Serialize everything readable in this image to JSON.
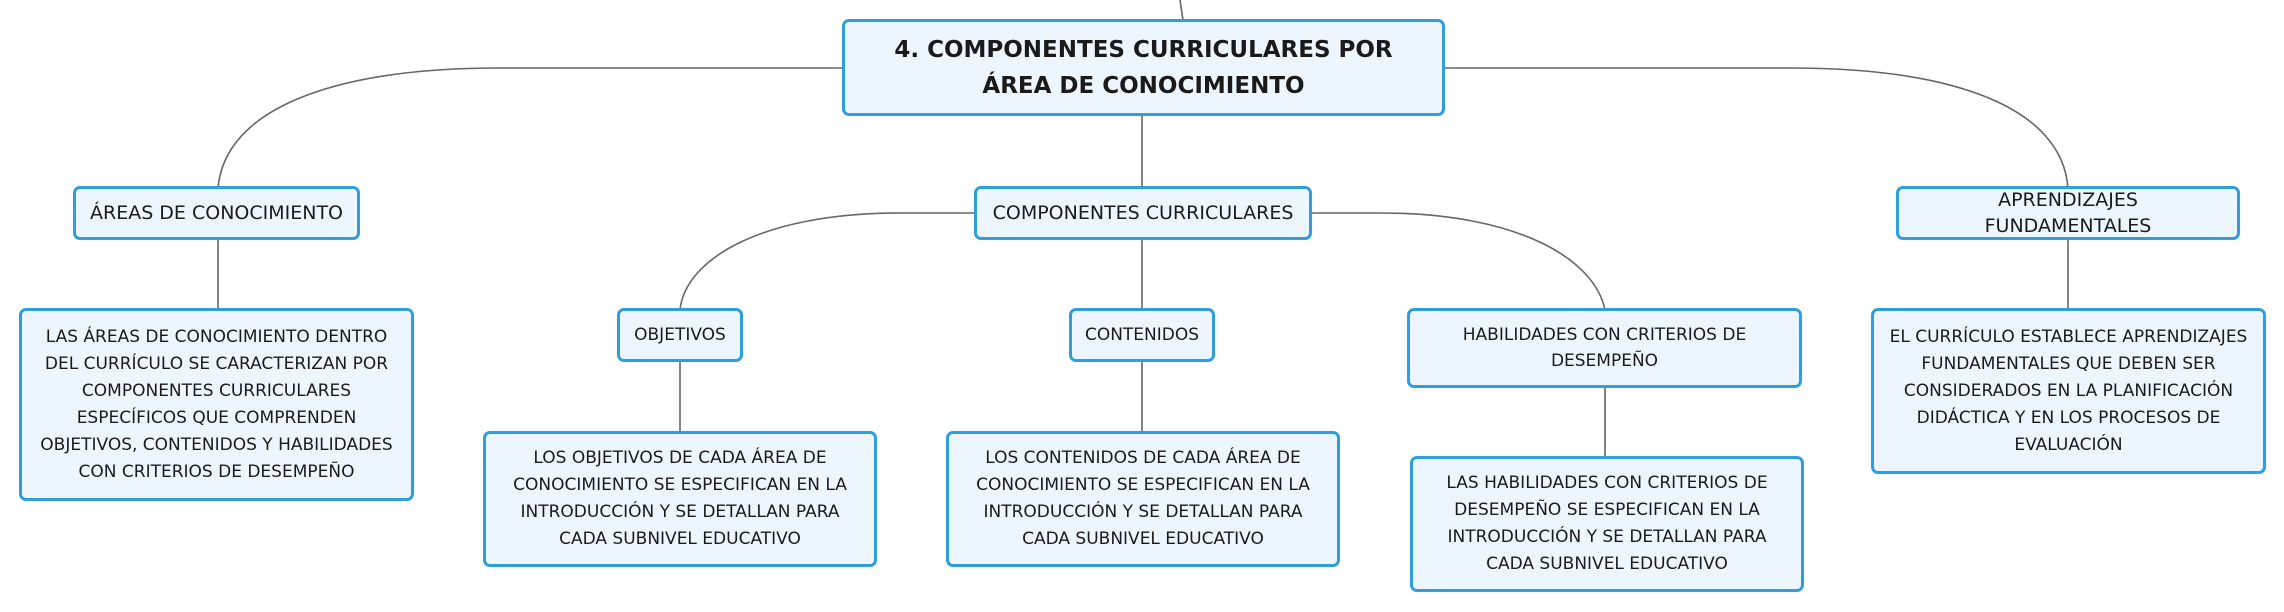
{
  "colors": {
    "node_border": "#2f9ede",
    "node_fill": "#eef6fd",
    "connector": "#666666",
    "text": "#1a1a1a"
  },
  "root": {
    "label": "4. COMPONENTES CURRICULARES POR ÁREA DE CONOCIMIENTO"
  },
  "areas": {
    "label": "ÁREAS DE CONOCIMIENTO",
    "description": "LAS ÁREAS DE CONOCIMIENTO DENTRO DEL CURRÍCULO SE CARACTERIZAN POR COMPONENTES CURRICULARES ESPECÍFICOS QUE COMPRENDEN OBJETIVOS, CONTENIDOS Y HABILIDADES CON CRITERIOS DE DESEMPEÑO"
  },
  "componentes": {
    "label": "COMPONENTES CURRICULARES",
    "objetivos": {
      "label": "OBJETIVOS",
      "description": "LOS OBJETIVOS DE CADA ÁREA DE CONOCIMIENTO SE ESPECIFICAN EN LA INTRODUCCIÓN Y SE DETALLAN PARA CADA SUBNIVEL EDUCATIVO"
    },
    "contenidos": {
      "label": "CONTENIDOS",
      "description": "LOS CONTENIDOS DE CADA ÁREA DE CONOCIMIENTO SE ESPECIFICAN EN LA INTRODUCCIÓN Y SE DETALLAN PARA CADA SUBNIVEL EDUCATIVO"
    },
    "habilidades": {
      "label": "HABILIDADES CON CRITERIOS DE DESEMPEÑO",
      "description": "LAS HABILIDADES CON CRITERIOS DE DESEMPEÑO SE ESPECIFICAN EN LA INTRODUCCIÓN Y SE DETALLAN PARA CADA SUBNIVEL EDUCATIVO"
    }
  },
  "aprendizajes": {
    "label": "APRENDIZAJES FUNDAMENTALES",
    "description": "EL CURRÍCULO ESTABLECE APRENDIZAJES FUNDAMENTALES QUE DEBEN SER CONSIDERADOS EN LA PLANIFICACIÓN DIDÁCTICA Y EN LOS PROCESOS DE EVALUACIÓN"
  }
}
